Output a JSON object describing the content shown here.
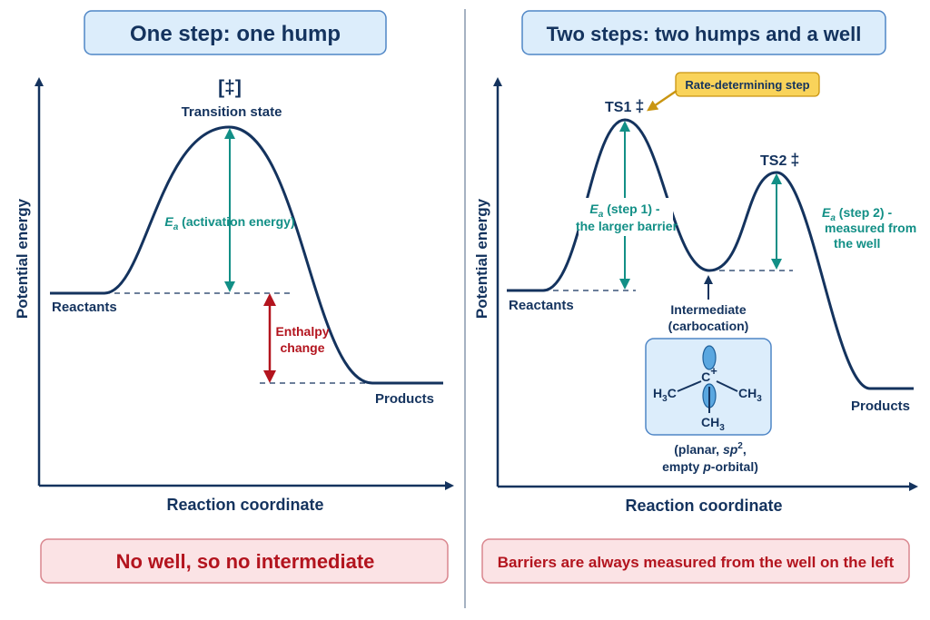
{
  "left_panel": {
    "title": "One step: one hump",
    "ts_bracket": "[‡]",
    "ts_label": "Transition state",
    "ea_symbol": "E",
    "ea_sub": "a",
    "ea_text": " (activation energy)",
    "reactants": "Reactants",
    "products": "Products",
    "enthalpy_line1": "Enthalpy",
    "enthalpy_line2": "change",
    "ylabel": "Potential energy",
    "xlabel": "Reaction coordinate",
    "footer": "No well, so no intermediate"
  },
  "right_panel": {
    "title": "Two steps: two humps and a well",
    "rds_label": "Rate-determining step",
    "ts1": "TS1",
    "ts2": "TS2",
    "dagger": "‡",
    "ea1_symbol": "E",
    "ea1_sub": "a",
    "ea1_line1_rest": " (step 1) -",
    "ea1_line2": "the larger barrier",
    "ea2_symbol": "E",
    "ea2_sub": "a",
    "ea2_line1_rest": " (step 2) -",
    "ea2_line2": "measured from",
    "ea2_line3": "the well",
    "reactants": "Reactants",
    "products": "Products",
    "intermediate_line1": "Intermediate",
    "intermediate_line2": "(carbocation)",
    "carbocation": {
      "charge": "+",
      "carbon": "C",
      "left_group": "H",
      "left_sub": "3",
      "left_c": "C",
      "right_group": "CH",
      "right_sub": "3",
      "bottom_group": "CH",
      "bottom_sub": "3"
    },
    "note_line1_a": "(planar, ",
    "note_line1_b": "sp",
    "note_line1_sup": "2",
    "note_line1_c": ",",
    "note_line2_a": "empty ",
    "note_line2_b": "p",
    "note_line2_c": "-orbital)",
    "ylabel": "Potential energy",
    "xlabel": "Reaction coordinate",
    "footer": "Barriers are always measured from the well on the left"
  },
  "colors": {
    "navy": "#14335e",
    "teal": "#128f86",
    "red": "#b3141e",
    "header_fill": "#dcedfb",
    "footer_fill": "#fbe3e5",
    "rds_fill": "#f9d35a",
    "orbital": "#5aa7e0"
  }
}
